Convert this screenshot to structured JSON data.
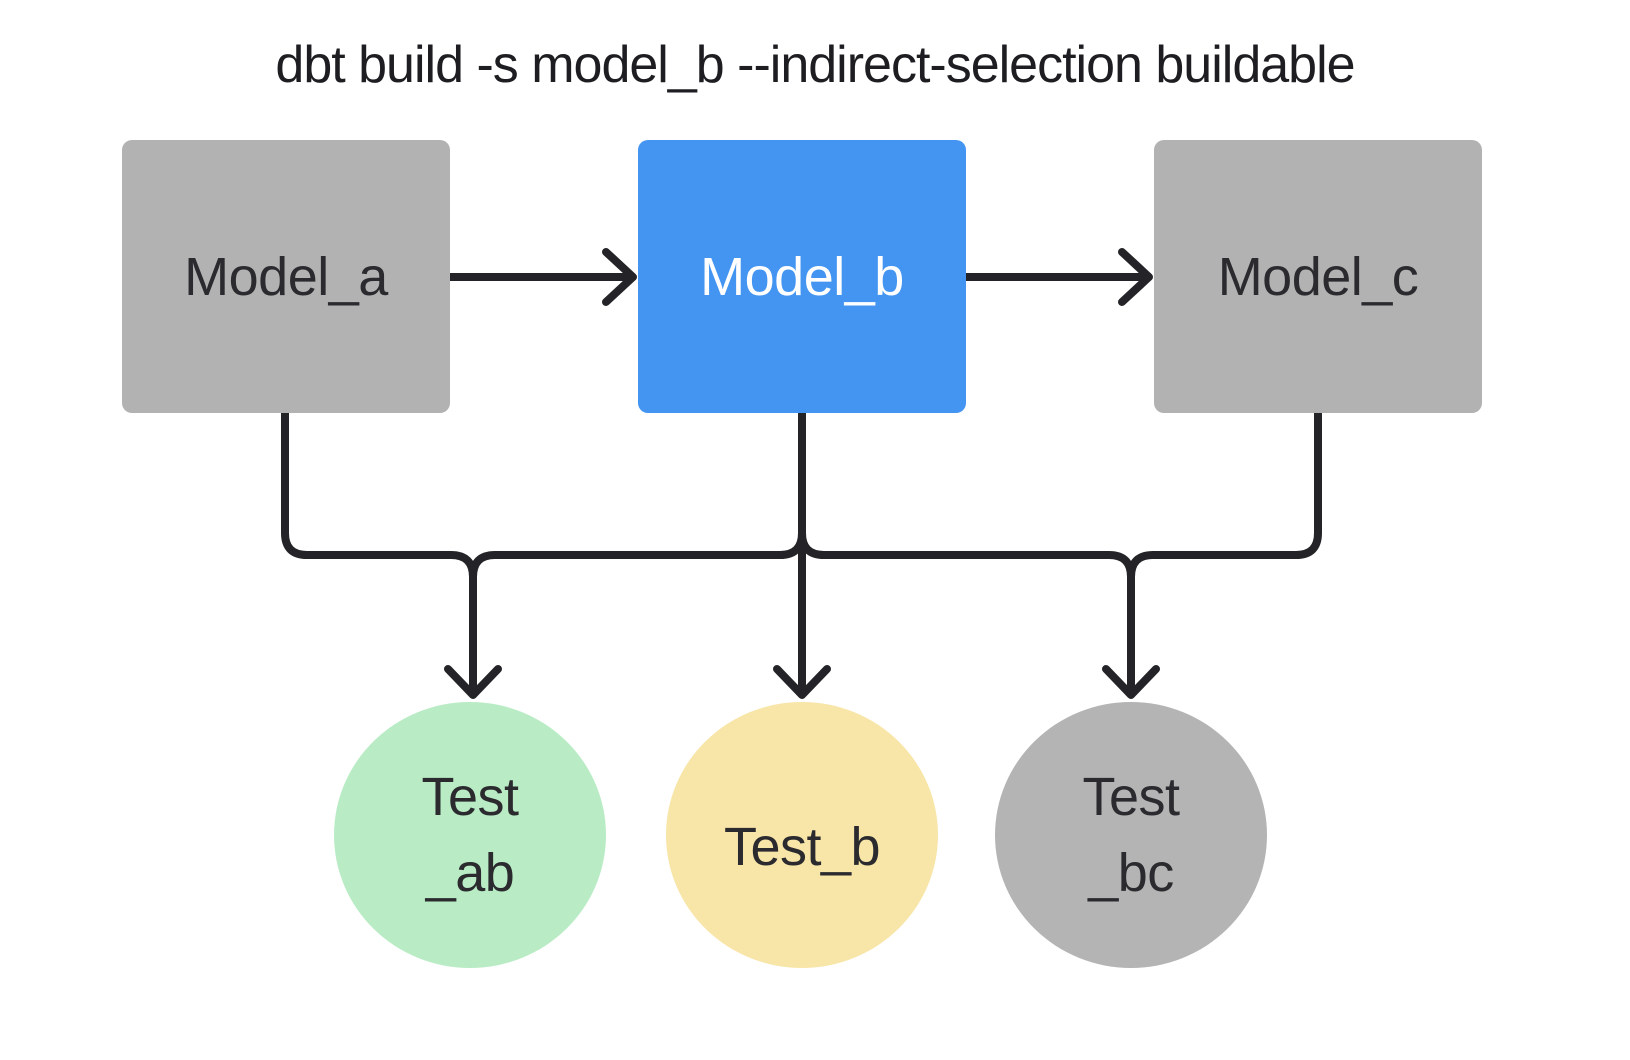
{
  "title": "dbt build -s model_b --indirect-selection buildable",
  "colors": {
    "background": "#ffffff",
    "selected_model_blue": "#4495f2",
    "unselected_gray": "#b2b2b2",
    "test_green": "#b9ecc5",
    "test_yellow": "#f8e5a8",
    "connector_stroke": "#242428",
    "title_text": "#1e1e22",
    "node_text_dark": "#2b2b2f",
    "node_text_light": "#ffffff"
  },
  "models": [
    {
      "id": "model_a",
      "label": "Model_a",
      "state": "unselected"
    },
    {
      "id": "model_b",
      "label": "Model_b",
      "state": "selected"
    },
    {
      "id": "model_c",
      "label": "Model_c",
      "state": "unselected"
    }
  ],
  "tests": [
    {
      "id": "test_ab",
      "label_line1": "Test",
      "label_line2": "_ab",
      "state": "included-green"
    },
    {
      "id": "test_b",
      "label": "Test_b",
      "state": "included-yellow"
    },
    {
      "id": "test_bc",
      "label_line1": "Test",
      "label_line2": "_bc",
      "state": "unselected"
    }
  ],
  "edges": {
    "model_a_to_model_b": "arrow-right",
    "model_b_to_model_c": "arrow-right",
    "model_a_and_model_b_to_test_ab": "arrow-down",
    "model_b_to_test_b": "arrow-down",
    "model_b_and_model_c_to_test_bc": "arrow-down"
  }
}
